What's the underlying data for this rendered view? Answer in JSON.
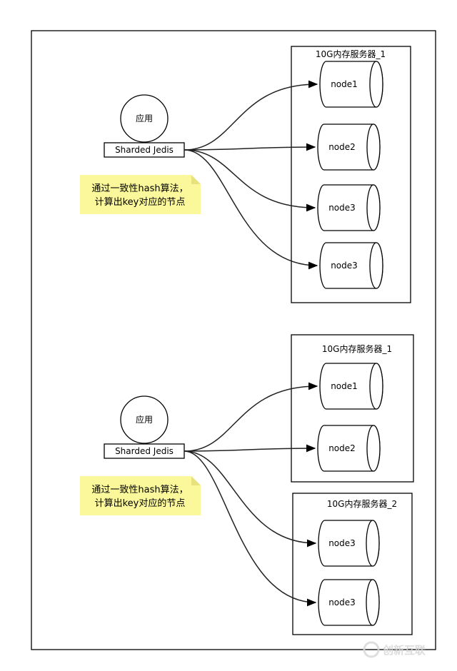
{
  "diagram": {
    "top": {
      "app_label": "应用",
      "client_label": "Sharded Jedis",
      "note_lines": [
        "通过一致性hash算法，",
        "计算出key对应的节点"
      ],
      "server_title": "10G内存服务器_1",
      "nodes": [
        "node1",
        "node2",
        "node3",
        "node3"
      ]
    },
    "bottom": {
      "app_label": "应用",
      "client_label": "Sharded Jedis",
      "note_lines": [
        "通过一致性hash算法，",
        "计算出key对应的节点"
      ],
      "server1_title": "10G内存服务器_1",
      "server1_nodes": [
        "node1",
        "node2"
      ],
      "server2_title": "10G内存服务器_2",
      "server2_nodes": [
        "node3",
        "node3"
      ]
    }
  },
  "watermark": "创新互联"
}
